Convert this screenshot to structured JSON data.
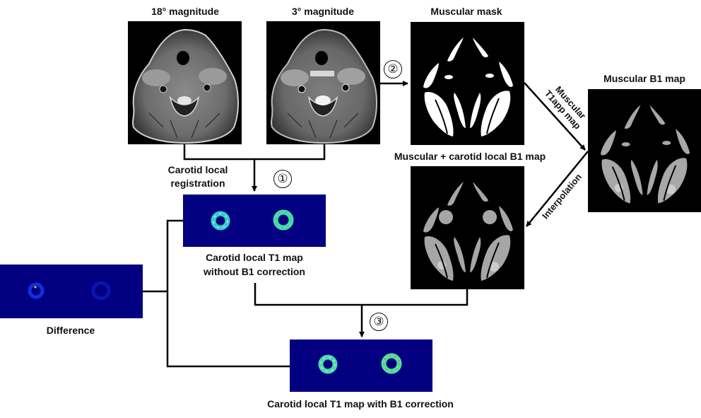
{
  "figure": {
    "panels": {
      "mag18": {
        "title": "18° magnitude"
      },
      "mag3": {
        "title": "3° magnitude"
      },
      "muscular_mask": {
        "title": "Muscular mask"
      },
      "muscular_b1": {
        "title": "Muscular B1 map"
      },
      "combined_b1": {
        "title": "Muscular + carotid local B1 map"
      },
      "t1_without": {
        "caption_line1": "Carotid local T1 map",
        "caption_line2": "without B1 correction"
      },
      "t1_with": {
        "caption": "Carotid local T1 map with B1 correction"
      },
      "difference": {
        "caption": "Difference"
      }
    },
    "steps": {
      "step1": {
        "number": "①",
        "label_line1": "Carotid local",
        "label_line2": "registration"
      },
      "step2": {
        "number": "②"
      },
      "step3": {
        "number": "③"
      }
    },
    "arrow_labels": {
      "t1app_line1": "Muscular",
      "t1app_line2": "T1app map",
      "interpolation": "Interpolation"
    },
    "colors": {
      "t1_background": "#020080",
      "panel_background": "#000000",
      "connector": "#000000"
    }
  }
}
